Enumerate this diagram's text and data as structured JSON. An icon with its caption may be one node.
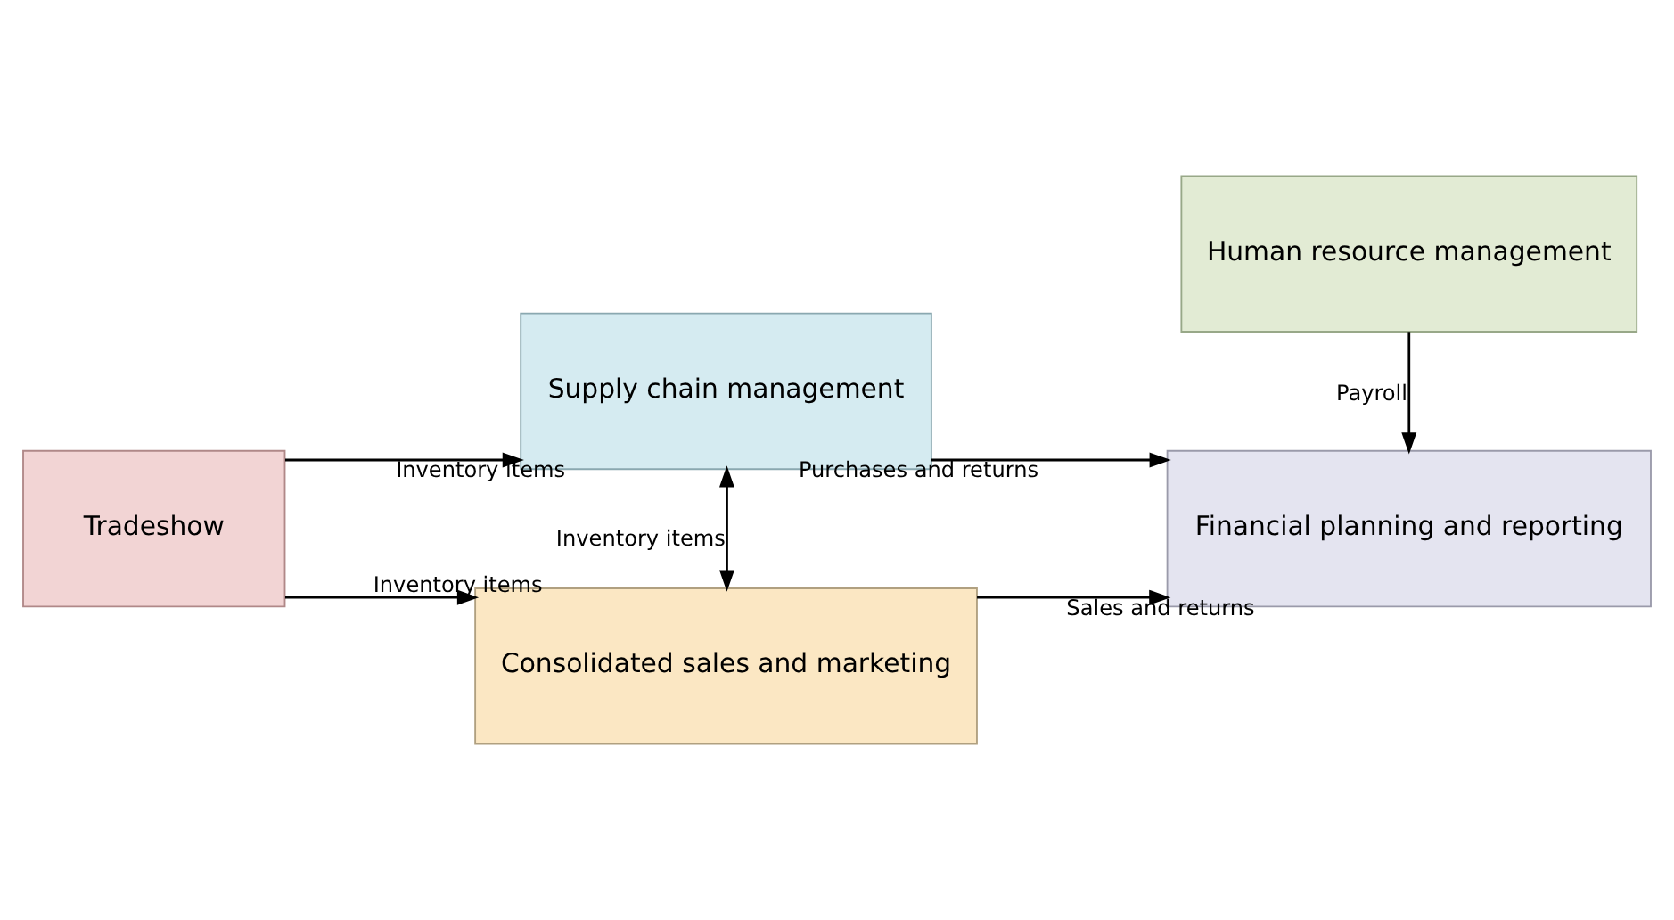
{
  "diagram": {
    "nodes": [
      {
        "text": [
          "Tradeshow"
        ]
      },
      {
        "text": [
          "Supply chain management"
        ]
      },
      {
        "text": [
          "Financial planning and reporting"
        ]
      },
      {
        "text": [
          "Consolidated sales and marketing"
        ]
      },
      {
        "text": [
          "Human resource management"
        ]
      }
    ],
    "edges": [
      {
        "from": 0,
        "to": 1,
        "arrow": "to",
        "label": "Inventory items"
      },
      {
        "from": 1,
        "to": 2,
        "arrow": "to",
        "label": "Purchases and returns"
      },
      {
        "from": 1,
        "to": 3,
        "arrow": "both",
        "label": "Inventory items"
      },
      {
        "from": 0,
        "to": 3,
        "arrow": "to",
        "label": "Inventory items"
      },
      {
        "from": 3,
        "to": 2,
        "arrow": "to",
        "label": "Sales and returns"
      },
      {
        "from": 4,
        "to": 2,
        "arrow": "to",
        "label": "Payroll"
      }
    ]
  }
}
